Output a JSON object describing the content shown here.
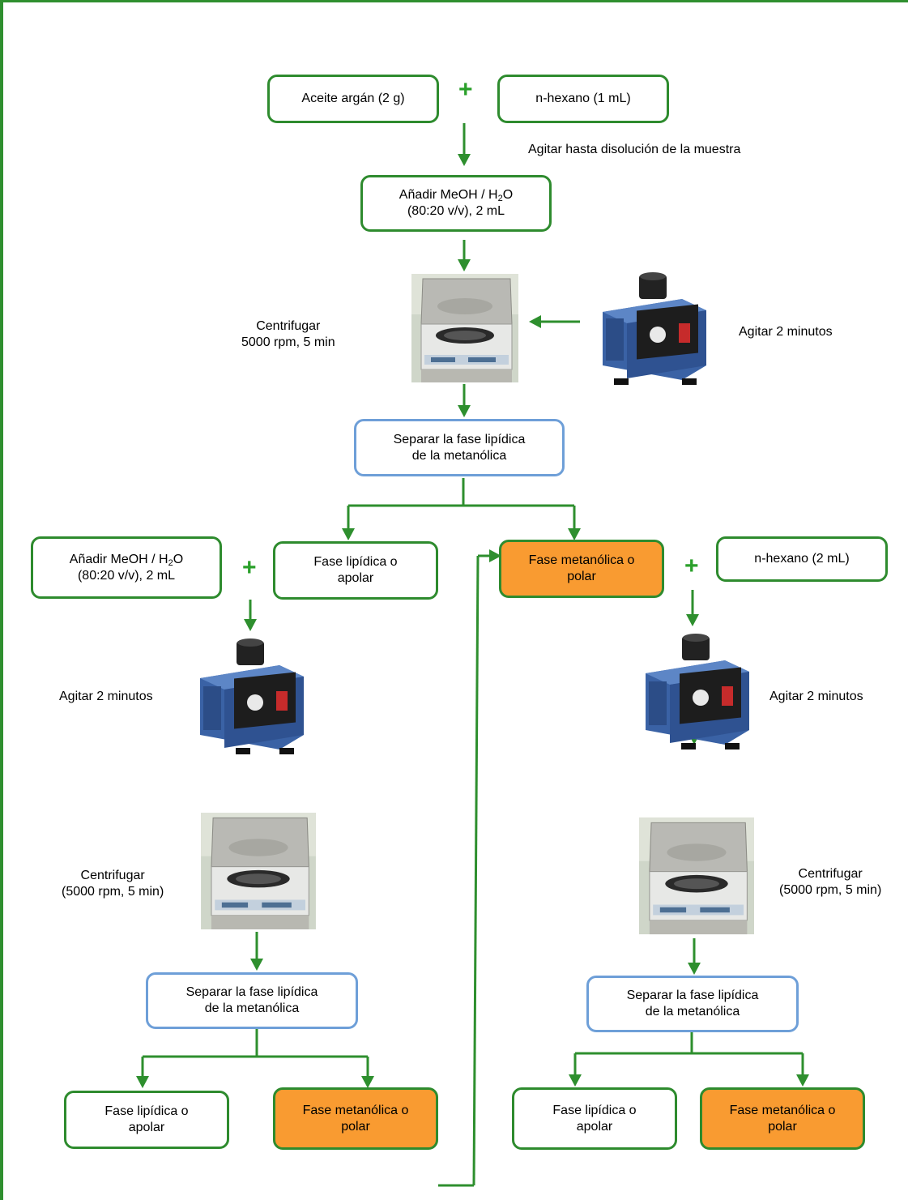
{
  "boxes": {
    "aceite": "Aceite argán (2 g)",
    "hexano1": "n-hexano (1 mL)",
    "anadir_top_line1_pre": "Añadir MeOH / H",
    "anadir_top_sub": "2",
    "anadir_top_line1_post": "O",
    "anadir_top_line2": "(80:20 v/v), 2 mL",
    "separar_top_line1": "Separar la fase lipídica",
    "separar_top_line2": "de la metanólica",
    "anadir_left_line1_pre": "Añadir MeOH / H",
    "anadir_left_sub": "2",
    "anadir_left_line1_post": "O",
    "anadir_left_line2": "(80:20 v/v), 2 mL",
    "lipidica_mid_line1": "Fase lipídica o",
    "lipidica_mid_line2": "apolar",
    "metanolica_mid_line1": "Fase metanólica o",
    "metanolica_mid_line2": "polar",
    "hexano2": "n-hexano (2 mL)",
    "separar_left_line1": "Separar la fase lipídica",
    "separar_left_line2": "de la metanólica",
    "separar_right_line1": "Separar la fase lipídica",
    "separar_right_line2": "de la metanólica",
    "lipidica_bl_line1": "Fase lipídica o",
    "lipidica_bl_line2": "apolar",
    "metanolica_bl_line1": "Fase metanólica o",
    "metanolica_bl_line2": "polar",
    "lipidica_br_line1": "Fase lipídica o",
    "lipidica_br_line2": "apolar",
    "metanolica_br_line1": "Fase metanólica o",
    "metanolica_br_line2": "polar"
  },
  "labels": {
    "agitar_disolucion": "Agitar hasta disolución de la muestra",
    "centrifugar_top_line1": "Centrifugar",
    "centrifugar_top_line2": "5000 rpm, 5 min",
    "agitar_top": "Agitar 2 minutos",
    "agitar_left": "Agitar 2 minutos",
    "agitar_right": "Agitar 2 minutos",
    "centrifugar_left_line1": "Centrifugar",
    "centrifugar_left_line2": "(5000 rpm, 5 min)",
    "centrifugar_right_line1": "Centrifugar",
    "centrifugar_right_line2": "(5000 rpm, 5 min)",
    "plus": "+"
  },
  "colors": {
    "green_border": "#2e8b2e",
    "blue_border": "#6e9fd8",
    "orange_fill": "#f99b31",
    "arrow_green": "#2e8f2e"
  },
  "icons": [
    "centrifuge-photo",
    "vortex-mixer-photo"
  ]
}
